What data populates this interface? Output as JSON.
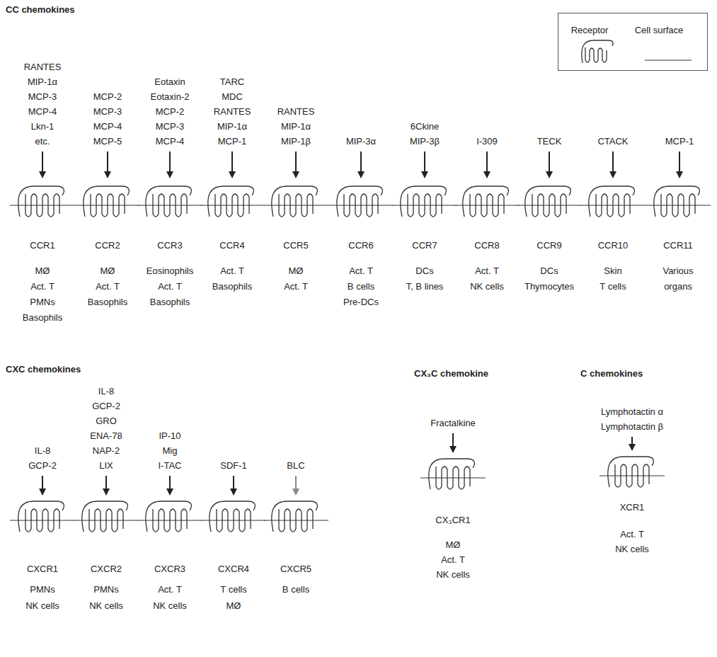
{
  "diagram": {
    "nodes": [
      {
        "text": [
          "CCR1",
          "MØ",
          "Act. T",
          "PMNs",
          "Basophils"
        ]
      },
      {
        "text": [
          "CCR2",
          "MØ",
          "Act. T",
          "Basophils"
        ]
      },
      {
        "text": [
          "CCR3",
          "Eosinophils",
          "Act. T",
          "Basophils"
        ]
      },
      {
        "text": [
          "CCR4",
          "Act. T",
          "Basophils"
        ]
      },
      {
        "text": [
          "CCR5",
          "MØ",
          "Act. T"
        ]
      },
      {
        "text": [
          "CCR6",
          "Act. T",
          "B cells",
          "Pre-DCs"
        ]
      },
      {
        "text": [
          "CCR7",
          "DCs",
          "T, B lines"
        ]
      },
      {
        "text": [
          "CCR8",
          "Act. T",
          "NK cells"
        ]
      },
      {
        "text": [
          "CCR9",
          "DCs",
          "Thymocytes"
        ]
      },
      {
        "text": [
          "CCR10",
          "Skin",
          "T cells"
        ]
      },
      {
        "text": [
          "CCR11",
          "Various",
          "organs"
        ]
      },
      {
        "text": [
          "CXCR1",
          "PMNs",
          "NK cells"
        ]
      },
      {
        "text": [
          "CXCR2",
          "PMNs",
          "NK cells"
        ]
      },
      {
        "text": [
          "CXCR3",
          "Act. T",
          "NK cells"
        ]
      },
      {
        "text": [
          "CXCR4",
          "T cells",
          "MØ"
        ]
      },
      {
        "text": [
          "CXCR5",
          "B cells"
        ]
      },
      {
        "text": [
          "CX₃CR1",
          "MØ",
          "Act. T",
          "NK cells"
        ]
      },
      {
        "text": [
          "XCR1",
          "Act. T",
          "NK cells"
        ]
      }
    ],
    "labels": [
      "CC chemokines",
      "RANTES",
      "MIP-1α",
      "MCP-3",
      "MCP-4",
      "Lkn-1",
      "etc.",
      "MCP-2",
      "MCP-3",
      "MCP-4",
      "MCP-5",
      "Eotaxin",
      "Eotaxin-2",
      "MCP-2",
      "MCP-3",
      "MCP-4",
      "TARC",
      "MDC",
      "RANTES",
      "MIP-1α",
      "MCP-1",
      "RANTES",
      "MIP-1α",
      "MIP-1β",
      "MIP-3α",
      "6Ckine",
      "MIP-3β",
      "I-309",
      "TECK",
      "CTACK",
      "MCP-1",
      "CXC chemokines",
      "IL-8",
      "GCP-2",
      "IL-8",
      "GCP-2",
      "GRO",
      "ENA-78",
      "NAP-2",
      "LIX",
      "IP-10",
      "Mig",
      "I-TAC",
      "SDF-1",
      "BLC",
      "CX₃C chemokine",
      "Fractalkine",
      "C chemokines",
      "Lymphotactin α",
      "Lymphotactin β"
    ],
    "legend": [
      {
        "text": "Receptor"
      },
      {
        "text": "Cell surface"
      }
    ]
  }
}
